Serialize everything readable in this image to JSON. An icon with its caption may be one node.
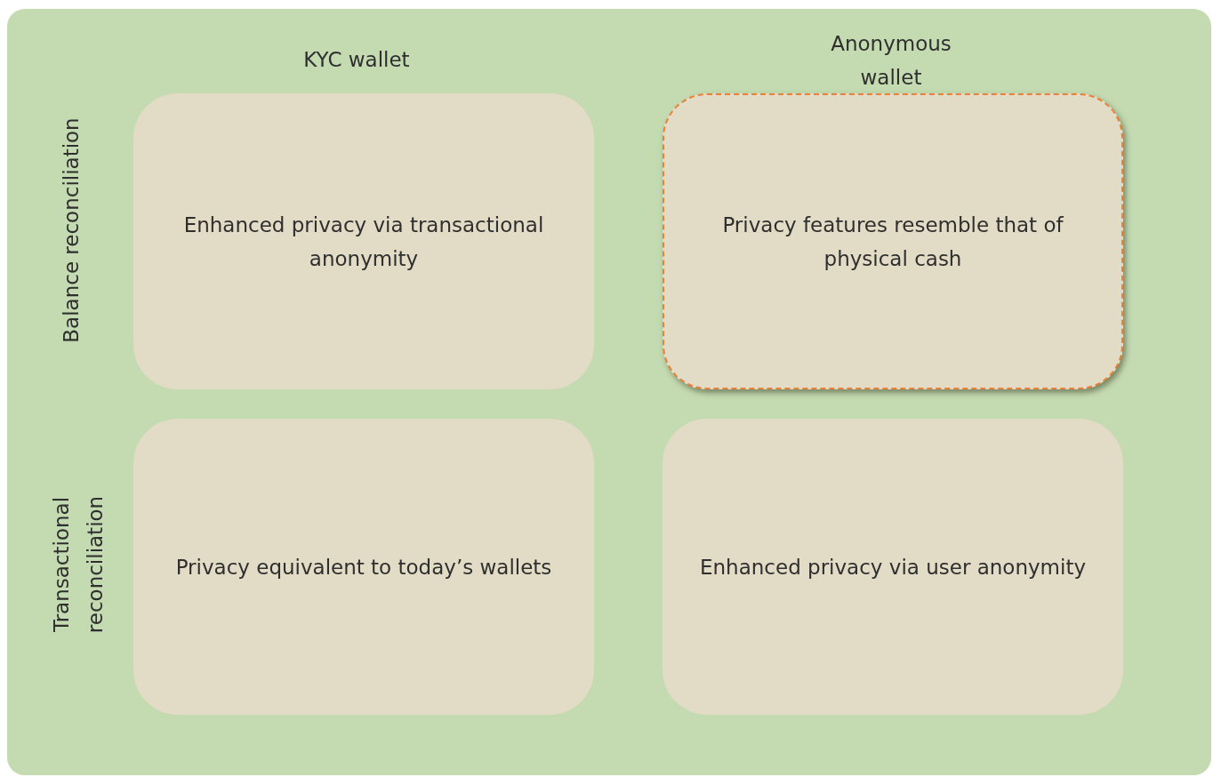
{
  "diagram": {
    "nodes": [
      {
        "text": [
          "Enhanced privacy via transactional anonymity"
        ]
      },
      {
        "text": [
          "Privacy features resemble that of physical cash"
        ]
      },
      {
        "text": [
          "Privacy equivalent to today’s wallets"
        ]
      },
      {
        "text": [
          "Enhanced privacy via user anonymity"
        ]
      }
    ],
    "labels": [
      "KYC wallet",
      "Anonymous wallet",
      "Balance reconciliation",
      "Transactional reconciliation"
    ]
  }
}
